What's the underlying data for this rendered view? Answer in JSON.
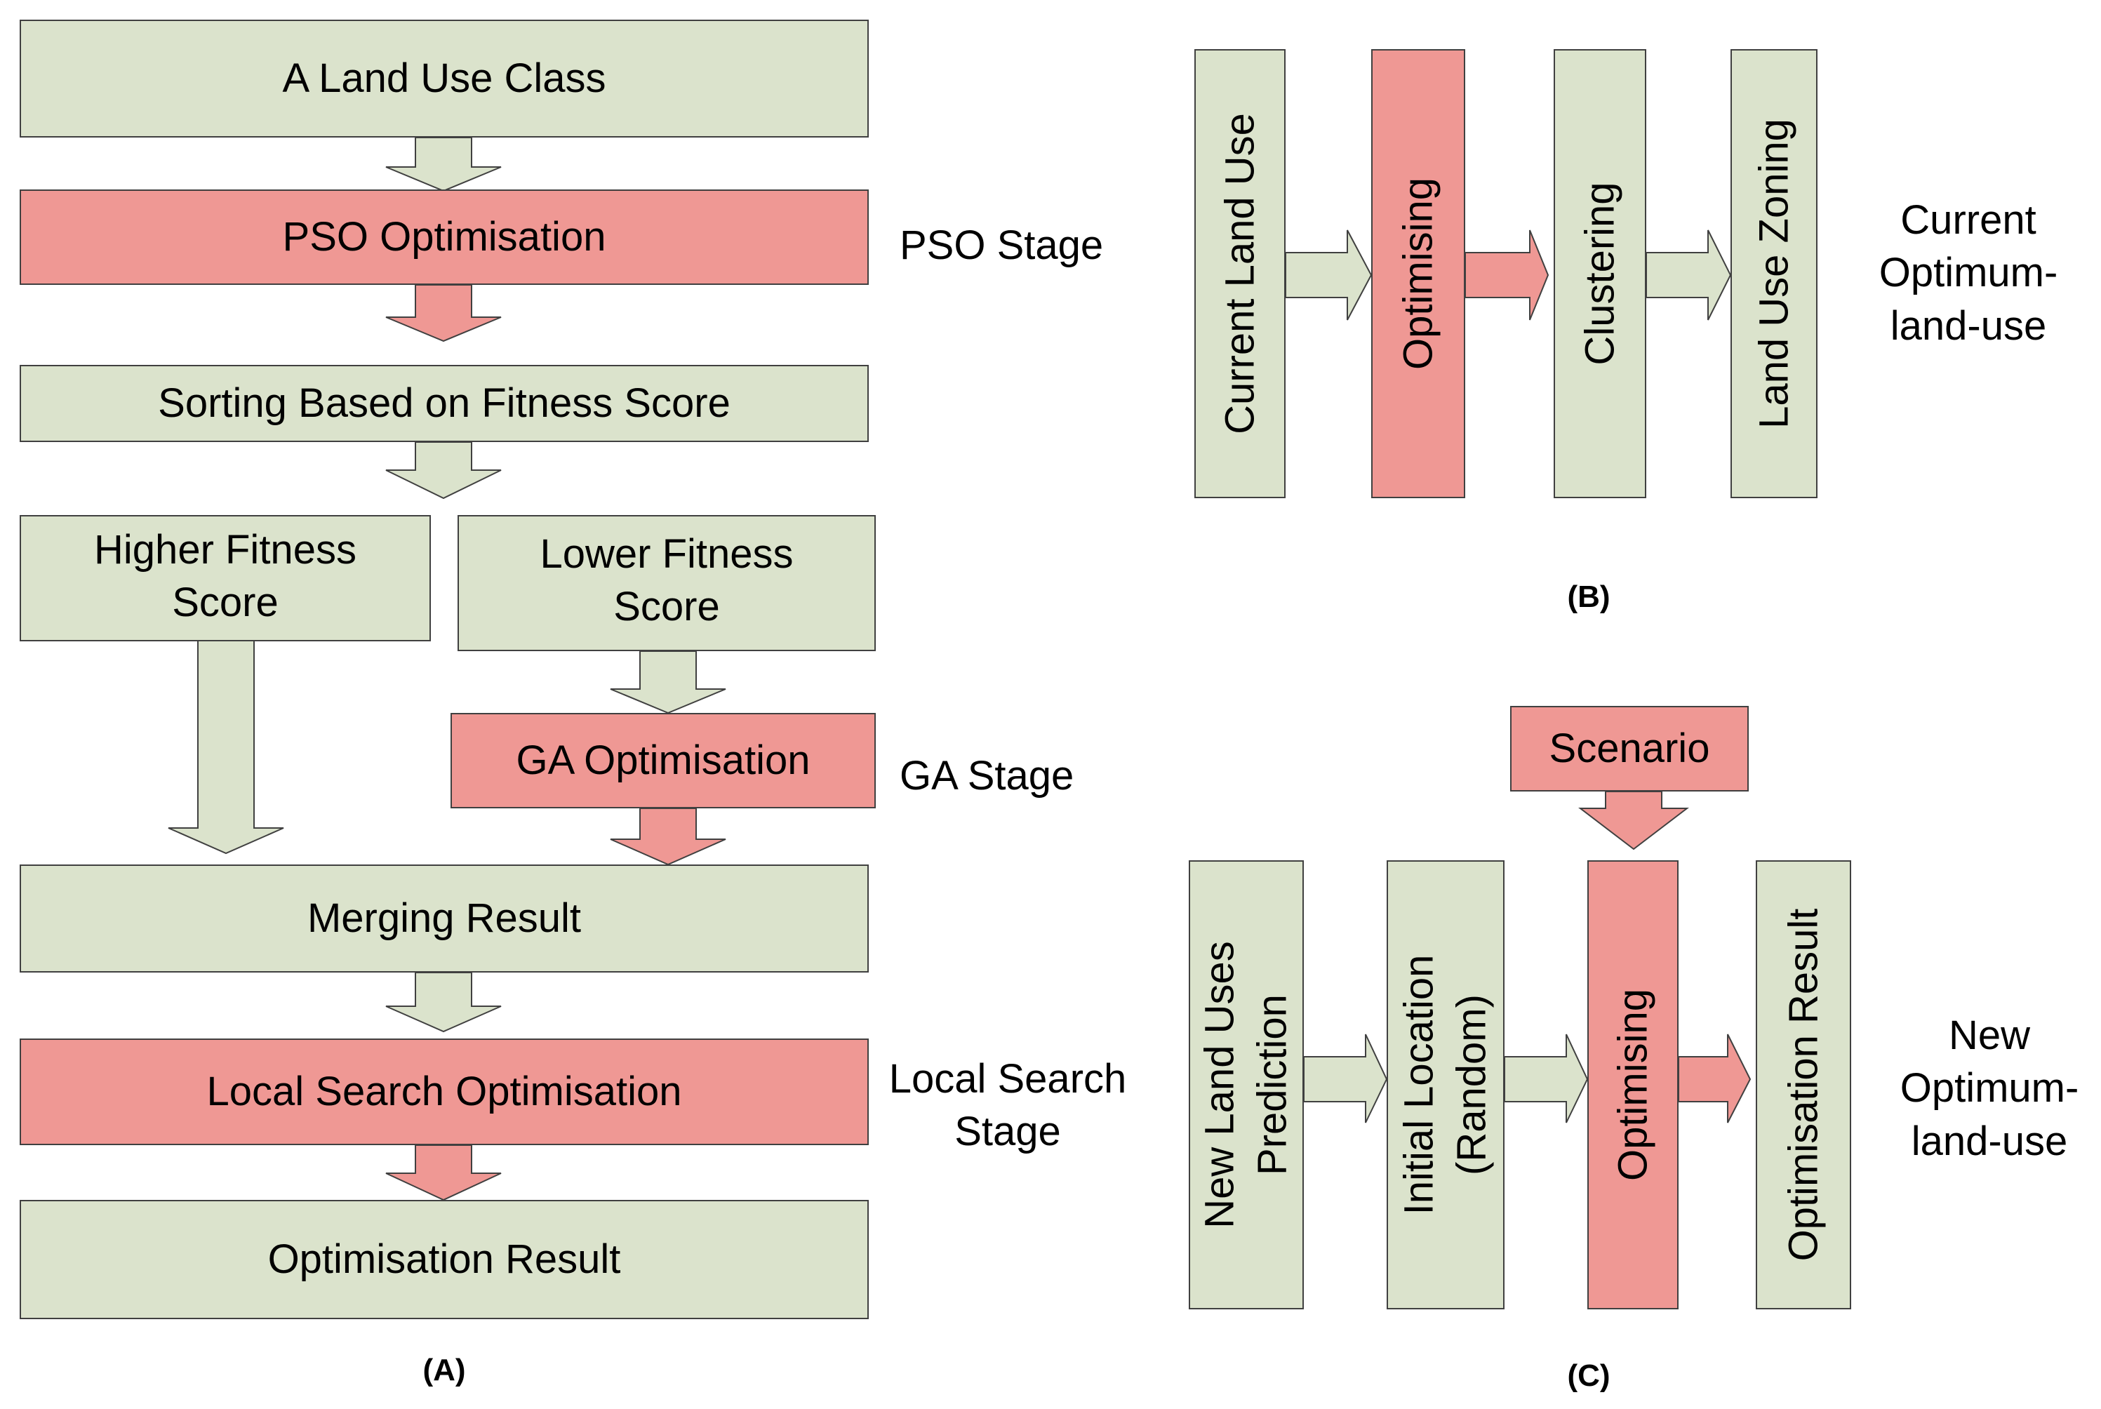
{
  "panel_a": {
    "label": "(A)",
    "boxes": {
      "land_use_class": "A Land Use Class",
      "pso_optimisation": "PSO Optimisation",
      "sorting": "Sorting Based on Fitness Score",
      "higher_fitness": "Higher Fitness Score",
      "lower_fitness": "Lower Fitness Score",
      "ga_optimisation": "GA Optimisation",
      "merging": "Merging Result",
      "local_search": "Local Search Optimisation",
      "result": "Optimisation Result"
    },
    "stages": {
      "pso": "PSO Stage",
      "ga": "GA Stage",
      "local_search": "Local Search Stage"
    }
  },
  "panel_b": {
    "label": "(B)",
    "steps": [
      "Current Land Use",
      "Optimising",
      "Clustering",
      "Land Use Zoning"
    ],
    "title": "Current Optimum-land-use"
  },
  "panel_c": {
    "label": "(C)",
    "scenario": "Scenario",
    "steps": [
      "New Land Uses Prediction",
      "Initial Location (Random)",
      "Optimising",
      "Optimisation Result"
    ],
    "title": "New Optimum-land-use"
  },
  "colors": {
    "green_fill": "#dbe3cc",
    "red_fill": "#ef9894",
    "outline": "#404040"
  }
}
